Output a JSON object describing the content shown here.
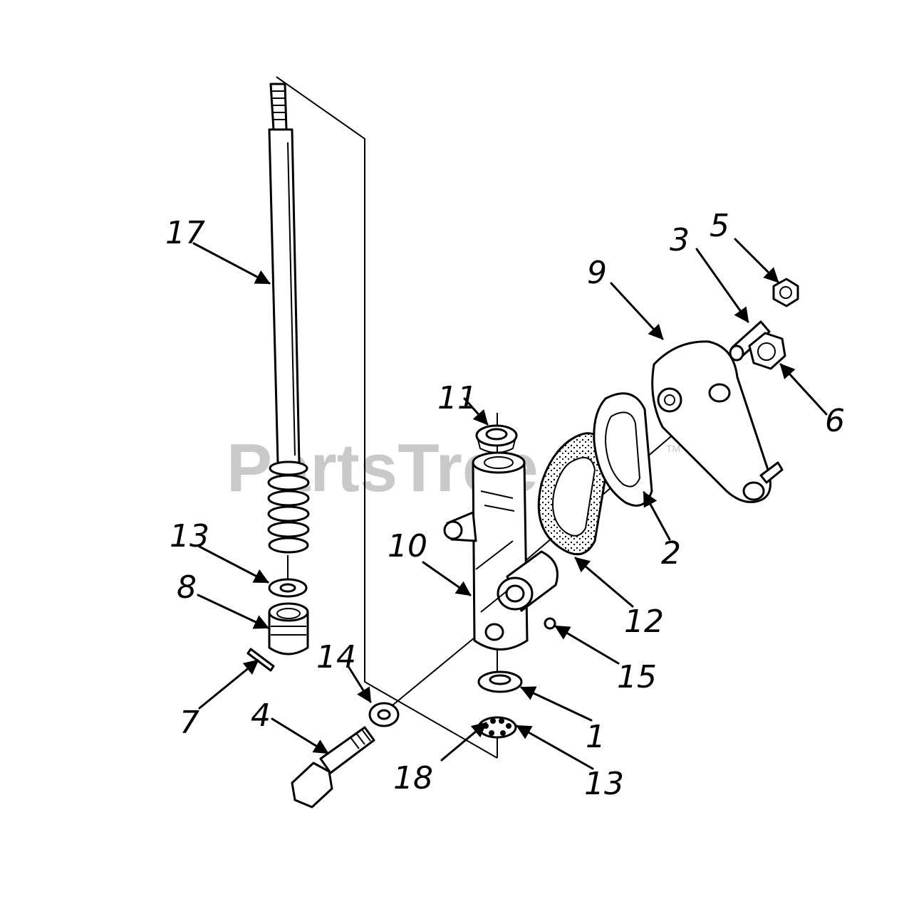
{
  "watermark": {
    "text": "PartsTree",
    "tm": "TM"
  },
  "labels": {
    "p17": "17",
    "p13a": "13",
    "p8": "8",
    "p7": "7",
    "p4": "4",
    "p14": "14",
    "p18": "18",
    "p13b": "13",
    "p1": "1",
    "p15": "15",
    "p12": "12",
    "p2": "2",
    "p10": "10",
    "p11": "11",
    "p9": "9",
    "p3": "3",
    "p5": "5",
    "p6": "6"
  }
}
